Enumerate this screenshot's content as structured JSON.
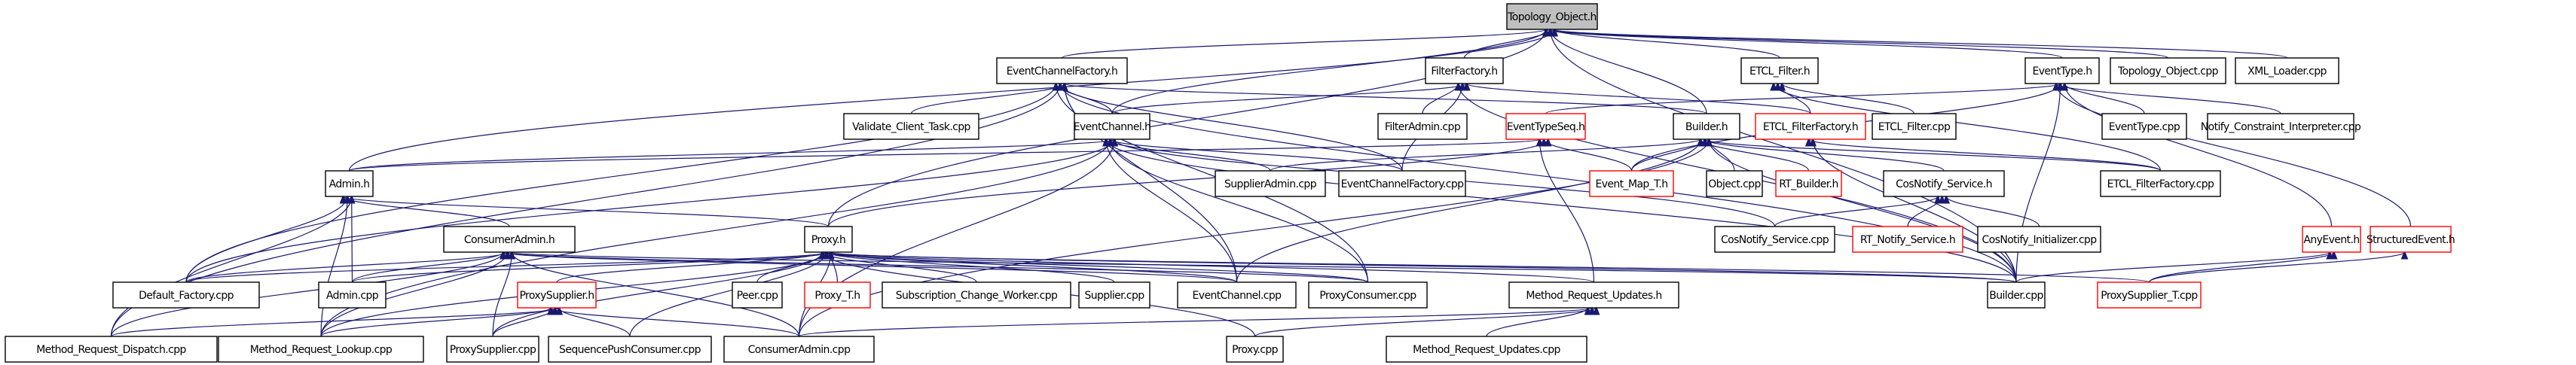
{
  "diagram": {
    "title": "Topology_Object.h include dependency graph",
    "colors": {
      "edge": "#191970",
      "box_border": "#000000",
      "box_border_missing": "#ff0000",
      "root_fill": "#bfbfbf"
    },
    "root": "Topology_Object.h",
    "nodes": [
      {
        "id": "n_topo_h",
        "label": "Topology_Object.h",
        "style": "root"
      },
      {
        "id": "n_ecf_h",
        "label": "EventChannelFactory.h",
        "style": "normal"
      },
      {
        "id": "n_ff_h",
        "label": "FilterFactory.h",
        "style": "normal"
      },
      {
        "id": "n_etclf_h",
        "label": "ETCL_Filter.h",
        "style": "normal"
      },
      {
        "id": "n_et_h",
        "label": "EventType.h",
        "style": "normal"
      },
      {
        "id": "n_topo_cpp",
        "label": "Topology_Object.cpp",
        "style": "normal"
      },
      {
        "id": "n_xml_cpp",
        "label": "XML_Loader.cpp",
        "style": "normal"
      },
      {
        "id": "n_vct_cpp",
        "label": "Validate_Client_Task.cpp",
        "style": "normal"
      },
      {
        "id": "n_ec_h",
        "label": "EventChannel.h",
        "style": "normal"
      },
      {
        "id": "n_fa_cpp",
        "label": "FilterAdmin.cpp",
        "style": "normal"
      },
      {
        "id": "n_ets_h",
        "label": "EventTypeSeq.h",
        "style": "red"
      },
      {
        "id": "n_builder_h",
        "label": "Builder.h",
        "style": "normal"
      },
      {
        "id": "n_etclff_h",
        "label": "ETCL_FilterFactory.h",
        "style": "red"
      },
      {
        "id": "n_etclf_cpp",
        "label": "ETCL_Filter.cpp",
        "style": "normal"
      },
      {
        "id": "n_et_cpp",
        "label": "EventType.cpp",
        "style": "normal"
      },
      {
        "id": "n_nci_cpp",
        "label": "Notify_Constraint_Interpreter.cpp",
        "style": "normal"
      },
      {
        "id": "n_admin_h",
        "label": "Admin.h",
        "style": "normal"
      },
      {
        "id": "n_sa_cpp",
        "label": "SupplierAdmin.cpp",
        "style": "normal"
      },
      {
        "id": "n_ecf_cpp",
        "label": "EventChannelFactory.cpp",
        "style": "normal"
      },
      {
        "id": "n_emt_h",
        "label": "Event_Map_T.h",
        "style": "red"
      },
      {
        "id": "n_obj_cpp",
        "label": "Object.cpp",
        "style": "normal"
      },
      {
        "id": "n_rtb_h",
        "label": "RT_Builder.h",
        "style": "red"
      },
      {
        "id": "n_cns_h",
        "label": "CosNotify_Service.h",
        "style": "normal"
      },
      {
        "id": "n_etclff_cpp",
        "label": "ETCL_FilterFactory.cpp",
        "style": "normal"
      },
      {
        "id": "n_ca_h",
        "label": "ConsumerAdmin.h",
        "style": "normal"
      },
      {
        "id": "n_proxy_h",
        "label": "Proxy.h",
        "style": "normal"
      },
      {
        "id": "n_cns_cpp",
        "label": "CosNotify_Service.cpp",
        "style": "normal"
      },
      {
        "id": "n_rtns_h",
        "label": "RT_Notify_Service.h",
        "style": "red"
      },
      {
        "id": "n_cni_cpp",
        "label": "CosNotify_Initializer.cpp",
        "style": "normal"
      },
      {
        "id": "n_any_h",
        "label": "AnyEvent.h",
        "style": "red"
      },
      {
        "id": "n_se_h",
        "label": "StructuredEvent.h",
        "style": "red"
      },
      {
        "id": "n_df_cpp",
        "label": "Default_Factory.cpp",
        "style": "normal"
      },
      {
        "id": "n_admin_cpp",
        "label": "Admin.cpp",
        "style": "normal"
      },
      {
        "id": "n_ps_h",
        "label": "ProxySupplier.h",
        "style": "red"
      },
      {
        "id": "n_peer_cpp",
        "label": "Peer.cpp",
        "style": "normal"
      },
      {
        "id": "n_proxyt_h",
        "label": "Proxy_T.h",
        "style": "red"
      },
      {
        "id": "n_scw_cpp",
        "label": "Subscription_Change_Worker.cpp",
        "style": "normal"
      },
      {
        "id": "n_sup_cpp",
        "label": "Supplier.cpp",
        "style": "normal"
      },
      {
        "id": "n_ec_cpp",
        "label": "EventChannel.cpp",
        "style": "normal"
      },
      {
        "id": "n_pc_cpp",
        "label": "ProxyConsumer.cpp",
        "style": "normal"
      },
      {
        "id": "n_mru_h",
        "label": "Method_Request_Updates.h",
        "style": "normal"
      },
      {
        "id": "n_builder_cpp",
        "label": "Builder.cpp",
        "style": "normal"
      },
      {
        "id": "n_pst_cpp",
        "label": "ProxySupplier_T.cpp",
        "style": "red"
      },
      {
        "id": "n_mrd_cpp",
        "label": "Method_Request_Dispatch.cpp",
        "style": "normal"
      },
      {
        "id": "n_mrl_cpp",
        "label": "Method_Request_Lookup.cpp",
        "style": "normal"
      },
      {
        "id": "n_ps_cpp",
        "label": "ProxySupplier.cpp",
        "style": "normal"
      },
      {
        "id": "n_spc_cpp",
        "label": "SequencePushConsumer.cpp",
        "style": "normal"
      },
      {
        "id": "n_ca_cpp",
        "label": "ConsumerAdmin.cpp",
        "style": "normal"
      },
      {
        "id": "n_proxy_cpp",
        "label": "Proxy.cpp",
        "style": "normal"
      },
      {
        "id": "n_mru_cpp",
        "label": "Method_Request_Updates.cpp",
        "style": "normal"
      }
    ],
    "edges": [
      [
        "n_ecf_h",
        "n_topo_h"
      ],
      [
        "n_ff_h",
        "n_topo_h"
      ],
      [
        "n_etclf_h",
        "n_topo_h"
      ],
      [
        "n_et_h",
        "n_topo_h"
      ],
      [
        "n_topo_cpp",
        "n_topo_h"
      ],
      [
        "n_xml_cpp",
        "n_topo_h"
      ],
      [
        "n_ec_h",
        "n_topo_h"
      ],
      [
        "n_builder_h",
        "n_topo_h"
      ],
      [
        "n_admin_h",
        "n_topo_h"
      ],
      [
        "n_proxy_h",
        "n_topo_h"
      ],
      [
        "n_builder_cpp",
        "n_topo_h"
      ],
      [
        "n_vct_cpp",
        "n_ecf_h"
      ],
      [
        "n_ec_h",
        "n_ecf_h"
      ],
      [
        "n_ecf_cpp",
        "n_ecf_h"
      ],
      [
        "n_builder_h",
        "n_ecf_h"
      ],
      [
        "n_df_cpp",
        "n_ecf_h"
      ],
      [
        "n_mrd_cpp",
        "n_ecf_h"
      ],
      [
        "n_ec_cpp",
        "n_ecf_h"
      ],
      [
        "n_pc_cpp",
        "n_ecf_h"
      ],
      [
        "n_builder_cpp",
        "n_ecf_h"
      ],
      [
        "n_ec_h",
        "n_ff_h"
      ],
      [
        "n_fa_cpp",
        "n_ff_h"
      ],
      [
        "n_ecf_cpp",
        "n_ff_h"
      ],
      [
        "n_etclff_h",
        "n_ff_h"
      ],
      [
        "n_builder_cpp",
        "n_ff_h"
      ],
      [
        "n_etclff_h",
        "n_etclf_h"
      ],
      [
        "n_etclf_cpp",
        "n_etclf_h"
      ],
      [
        "n_etclff_cpp",
        "n_etclf_h"
      ],
      [
        "n_ets_h",
        "n_et_h"
      ],
      [
        "n_et_cpp",
        "n_et_h"
      ],
      [
        "n_nci_cpp",
        "n_et_h"
      ],
      [
        "n_emt_h",
        "n_et_h"
      ],
      [
        "n_any_h",
        "n_et_h"
      ],
      [
        "n_se_h",
        "n_et_h"
      ],
      [
        "n_builder_cpp",
        "n_et_h"
      ],
      [
        "n_admin_h",
        "n_ec_h"
      ],
      [
        "n_sa_cpp",
        "n_ec_h"
      ],
      [
        "n_ecf_cpp",
        "n_ec_h"
      ],
      [
        "n_cns_cpp",
        "n_ec_h"
      ],
      [
        "n_ec_cpp",
        "n_ec_h"
      ],
      [
        "n_pc_cpp",
        "n_ec_h"
      ],
      [
        "n_ca_cpp",
        "n_ec_h"
      ],
      [
        "n_builder_cpp",
        "n_ec_h"
      ],
      [
        "n_mrl_cpp",
        "n_ec_h"
      ],
      [
        "n_df_cpp",
        "n_ec_h"
      ],
      [
        "n_admin_h",
        "n_ets_h"
      ],
      [
        "n_emt_h",
        "n_ets_h"
      ],
      [
        "n_proxy_h",
        "n_ets_h"
      ],
      [
        "n_mru_h",
        "n_ets_h"
      ],
      [
        "n_emt_h",
        "n_builder_h"
      ],
      [
        "n_obj_cpp",
        "n_builder_h"
      ],
      [
        "n_rtb_h",
        "n_builder_h"
      ],
      [
        "n_cns_h",
        "n_builder_h"
      ],
      [
        "n_builder_cpp",
        "n_builder_h"
      ],
      [
        "n_ec_cpp",
        "n_builder_h"
      ],
      [
        "n_etclff_cpp",
        "n_builder_h"
      ],
      [
        "n_ca_cpp",
        "n_builder_h"
      ],
      [
        "n_sa_cpp",
        "n_builder_h"
      ],
      [
        "n_etclff_cpp",
        "n_etclff_h"
      ],
      [
        "n_builder_cpp",
        "n_etclff_h"
      ],
      [
        "n_ca_h",
        "n_admin_h"
      ],
      [
        "n_df_cpp",
        "n_admin_h"
      ],
      [
        "n_admin_cpp",
        "n_admin_h"
      ],
      [
        "n_proxy_h",
        "n_admin_h"
      ],
      [
        "n_mrl_cpp",
        "n_admin_h"
      ],
      [
        "n_mrd_cpp",
        "n_admin_h"
      ],
      [
        "n_cns_cpp",
        "n_cns_h"
      ],
      [
        "n_rtns_h",
        "n_cns_h"
      ],
      [
        "n_cni_cpp",
        "n_cns_h"
      ],
      [
        "n_admin_cpp",
        "n_ca_h"
      ],
      [
        "n_df_cpp",
        "n_ca_h"
      ],
      [
        "n_ps_cpp",
        "n_ca_h"
      ],
      [
        "n_mrd_cpp",
        "n_ca_h"
      ],
      [
        "n_mrl_cpp",
        "n_ca_h"
      ],
      [
        "n_ca_cpp",
        "n_ca_h"
      ],
      [
        "n_ec_cpp",
        "n_ca_h"
      ],
      [
        "n_pc_cpp",
        "n_ca_h"
      ],
      [
        "n_builder_cpp",
        "n_ca_h"
      ],
      [
        "n_ps_h",
        "n_proxy_h"
      ],
      [
        "n_peer_cpp",
        "n_proxy_h"
      ],
      [
        "n_proxyt_h",
        "n_proxy_h"
      ],
      [
        "n_scw_cpp",
        "n_proxy_h"
      ],
      [
        "n_sup_cpp",
        "n_proxy_h"
      ],
      [
        "n_ec_cpp",
        "n_proxy_h"
      ],
      [
        "n_pc_cpp",
        "n_proxy_h"
      ],
      [
        "n_mru_h",
        "n_proxy_h"
      ],
      [
        "n_builder_cpp",
        "n_proxy_h"
      ],
      [
        "n_pst_cpp",
        "n_proxy_h"
      ],
      [
        "n_df_cpp",
        "n_proxy_h"
      ],
      [
        "n_admin_cpp",
        "n_proxy_h"
      ],
      [
        "n_ps_cpp",
        "n_proxy_h"
      ],
      [
        "n_spc_cpp",
        "n_proxy_h"
      ],
      [
        "n_ca_cpp",
        "n_proxy_h"
      ],
      [
        "n_proxy_cpp",
        "n_proxy_h"
      ],
      [
        "n_mrl_cpp",
        "n_proxy_h"
      ],
      [
        "n_mrd_cpp",
        "n_ps_h"
      ],
      [
        "n_mrl_cpp",
        "n_ps_h"
      ],
      [
        "n_ps_cpp",
        "n_ps_h"
      ],
      [
        "n_spc_cpp",
        "n_ps_h"
      ],
      [
        "n_ca_cpp",
        "n_ps_h"
      ],
      [
        "n_builder_cpp",
        "n_any_h"
      ],
      [
        "n_pst_cpp",
        "n_any_h"
      ],
      [
        "n_pst_cpp",
        "n_se_h"
      ],
      [
        "n_ca_cpp",
        "n_mru_h"
      ],
      [
        "n_proxy_cpp",
        "n_mru_h"
      ],
      [
        "n_mru_cpp",
        "n_mru_h"
      ]
    ]
  }
}
